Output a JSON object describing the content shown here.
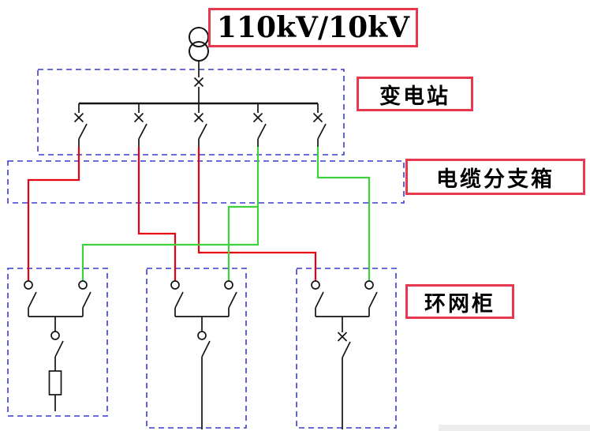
{
  "title": "110kV/10kV",
  "labels": {
    "substation": "变电站",
    "cable_branch_box": "电缆分支箱",
    "ring_main_unit": "环网柜"
  },
  "colors": {
    "cable_red": "#e60012",
    "cable_green": "#3dd13d",
    "boundary_blue": "#3a3ad0",
    "label_border": "#e8384f",
    "line_black": "#141414"
  },
  "structure": {
    "transformer_ratio": "110kV/10kV",
    "substation_feeder_count": 5,
    "ring_main_unit_count": 3,
    "cable_colors": [
      "red",
      "green"
    ]
  }
}
